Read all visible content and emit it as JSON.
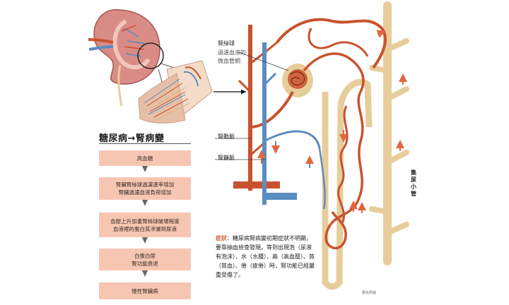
{
  "flowchart": {
    "title": "糖尿病→腎病變",
    "steps": [
      {
        "lines": [
          "高血糖"
        ]
      },
      {
        "lines": [
          "腎臟腎絲球過濾速率增加",
          "腎臟過濾血液負荷增加"
        ]
      },
      {
        "lines": [
          "血壓上升加重腎絲球破壞程度",
          "血液裡的蛋白質滲漏到尿液"
        ]
      },
      {
        "lines": [
          "白蛋白尿",
          "腎功能衰退"
        ]
      },
      {
        "lines": [
          "慢性腎臟病"
        ]
      }
    ]
  },
  "labels": {
    "glomerulus_title": "腎絲球",
    "glomerulus_desc_1": "過濾血液的",
    "glomerulus_desc_2": "微血管網",
    "artery": "腎動脈",
    "vein": "腎靜脈",
    "collecting_duct": "集尿小管"
  },
  "symptom": {
    "tag": "症狀",
    "text": "：糖尿病腎病變初期症狀不明顯，要靠抽血檢查發現。等到出現泡（尿液有泡沫）、水（水腫）、高（高血壓）、貧（貧血）、倦（疲倦）時，腎功能已經嚴重受傷了。"
  },
  "credit": "鄭任邦繪",
  "colors": {
    "artery": "#c9522e",
    "vein": "#5b8cc0",
    "tubule": "#e7cd9b",
    "box": "#f6c6b3",
    "accent": "#d4633a"
  }
}
